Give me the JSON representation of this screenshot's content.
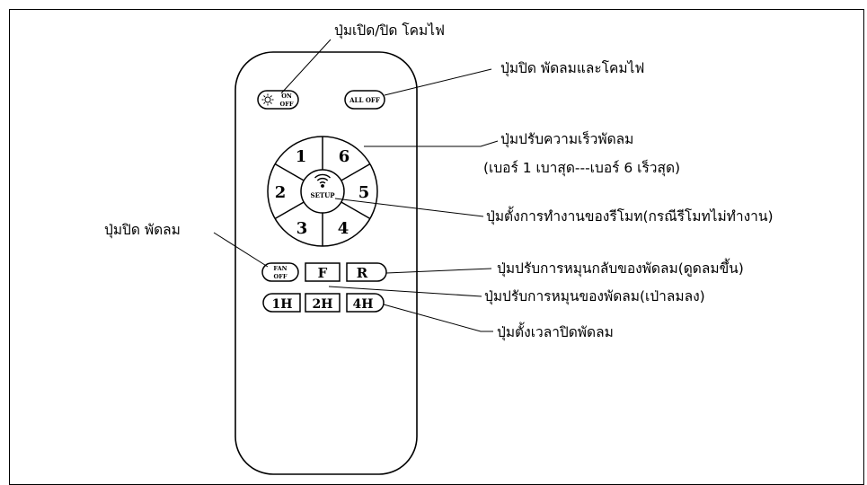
{
  "remote": {
    "light_on_top": "ON",
    "light_on_bottom": "OFF",
    "all_off": "ALL OFF",
    "speeds": [
      "1",
      "6",
      "2",
      "5",
      "3",
      "4"
    ],
    "setup": "SETUP",
    "fan_off_top": "FAN",
    "fan_off_bottom": "OFF",
    "forward": "F",
    "reverse": "R",
    "timers": [
      "1H",
      "2H",
      "4H"
    ]
  },
  "callouts": {
    "light_toggle": "ปุ่มเปิด/ปิด โคมไฟ",
    "all_off": "ปุ่มปิด พัดลมและโคมไฟ",
    "speed": "ปุ่มปรับความเร็วพัดลม",
    "speed_range": "(เบอร์ 1 เบาสุด---เบอร์ 6 เร็วสุด)",
    "setup": "ปุ่มตั้งการทำงานของรีโมท(กรณีรีโมทไม่ทำงาน)",
    "fan_off": "ปุ่มปิด พัดลม",
    "reverse": "ปุ่มปรับการหมุนกลับของพัดลม(ดูดลมขึ้น)",
    "forward": "ปุ่มปรับการหมุนของพัดลม(เป่าลมลง)",
    "timer": "ปุ่มตั้งเวลาปิดพัดลม"
  }
}
